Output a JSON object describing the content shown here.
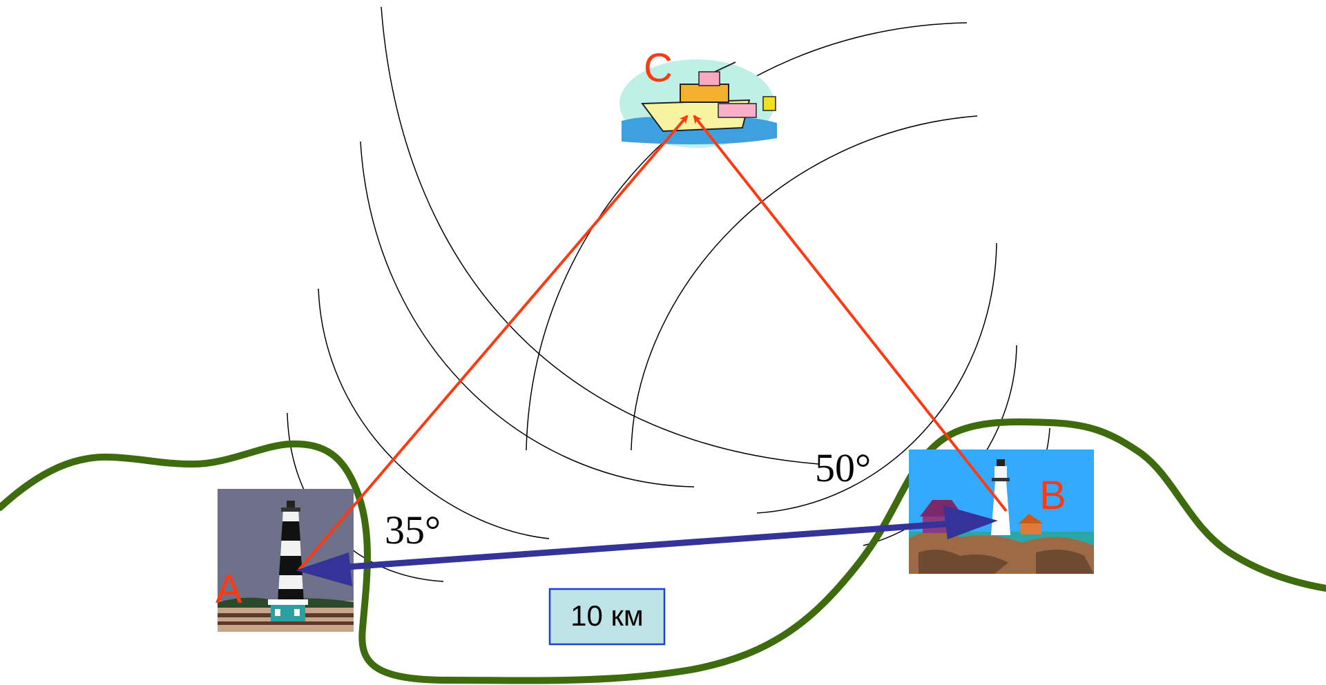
{
  "diagram": {
    "points": {
      "a": {
        "label": "A"
      },
      "b": {
        "label": "B"
      },
      "c": {
        "label": "C"
      }
    },
    "angles": {
      "at_a": "35°",
      "at_b": "50°"
    },
    "distance": {
      "label": "10 км"
    },
    "colors": {
      "sight_line": "#ff3a12",
      "baseline": "#333399",
      "coast": "#3d6b0e",
      "point_label": "#ff3a12",
      "distance_box_fill": "#bde3e6",
      "distance_box_border": "#1f3fd6"
    },
    "icons": {
      "lighthouse_a": "lighthouse-dark-icon",
      "lighthouse_b": "lighthouse-coast-icon",
      "ship": "ship-icon"
    }
  }
}
